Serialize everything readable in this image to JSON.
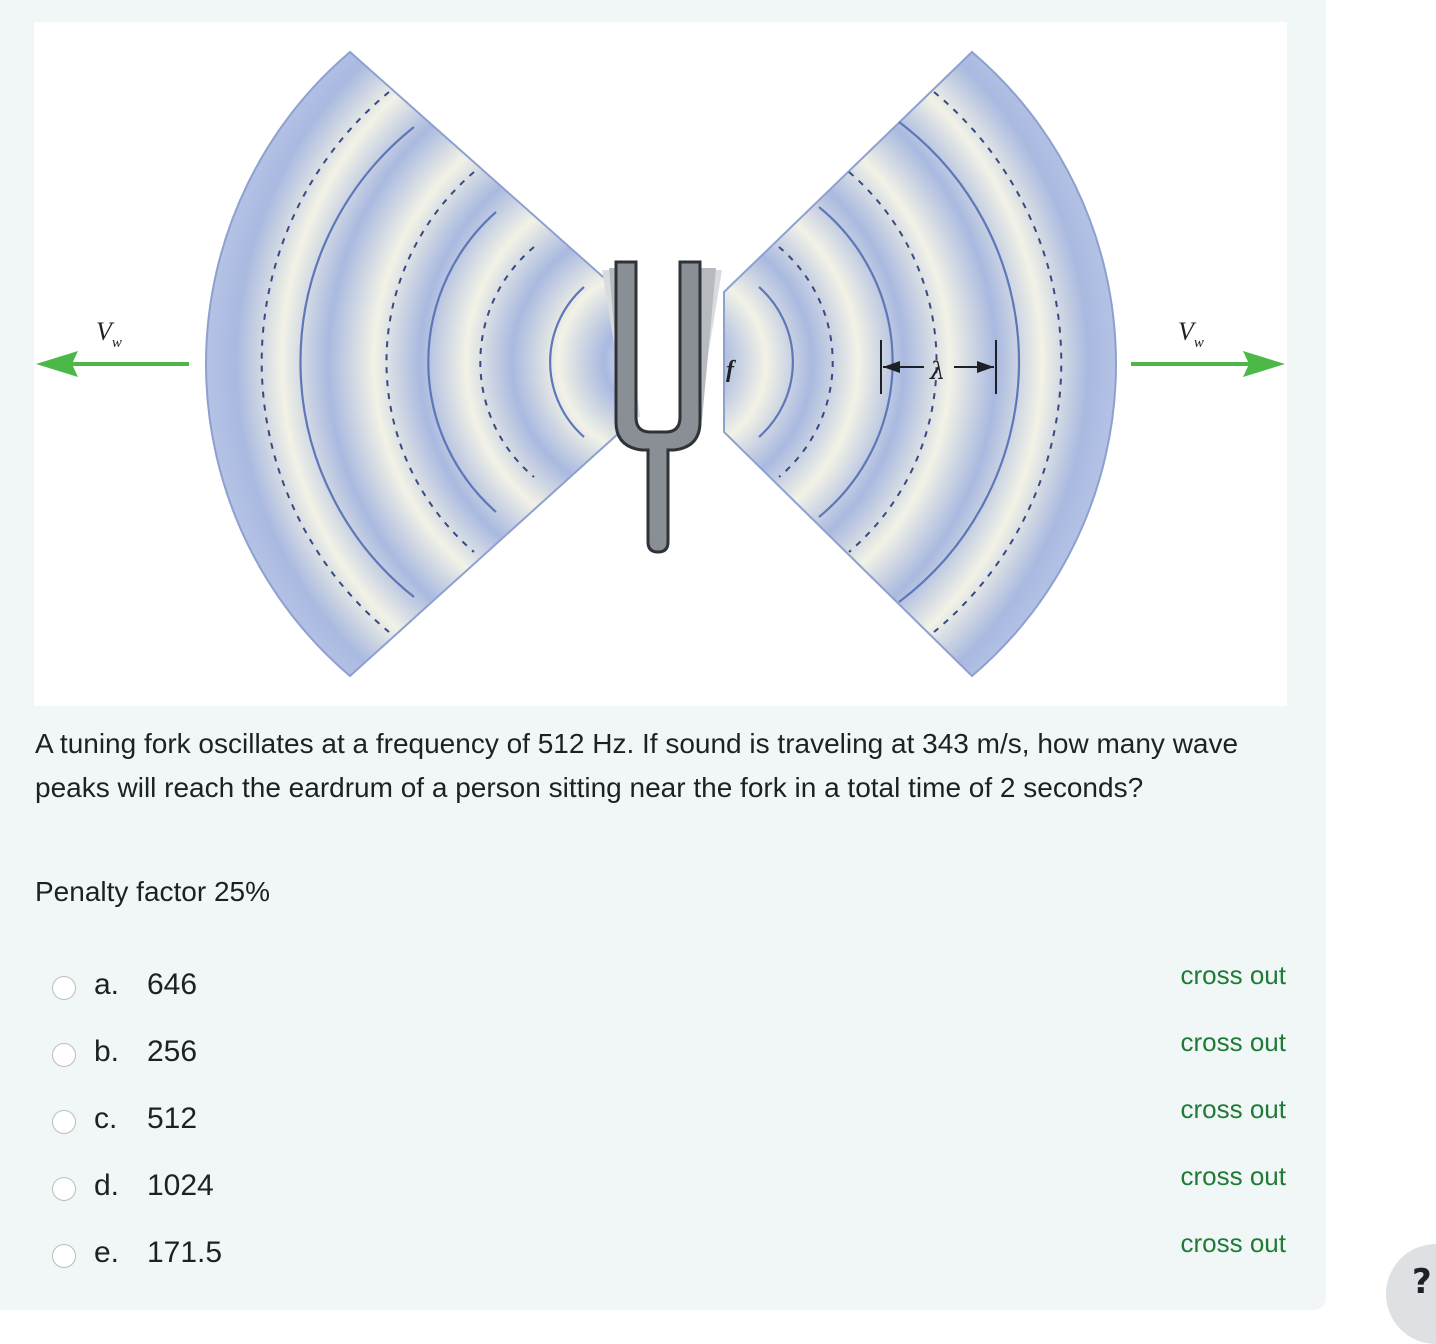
{
  "figure": {
    "labels": {
      "velocity_left": "V",
      "velocity_left_sub": "w",
      "velocity_right": "V",
      "velocity_right_sub": "w",
      "frequency": "f",
      "wavelength": "λ"
    },
    "colors": {
      "wave_band": "#a9b9e0",
      "wave_line": "#5e77b8",
      "arrow": "#4cb848",
      "fork": "#8a8f95"
    }
  },
  "question": {
    "text": "A tuning fork oscillates at a frequency of 512 Hz. If sound is traveling at 343 m/s, how many wave peaks will reach the eardrum of a person sitting near the fork in a total time of 2 seconds?",
    "penalty": "Penalty factor 25%"
  },
  "options": [
    {
      "letter": "a.",
      "value": "646",
      "crossout": "cross out"
    },
    {
      "letter": "b.",
      "value": "256",
      "crossout": "cross out"
    },
    {
      "letter": "c.",
      "value": "512",
      "crossout": "cross out"
    },
    {
      "letter": "d.",
      "value": "1024",
      "crossout": "cross out"
    },
    {
      "letter": "e.",
      "value": "171.5",
      "crossout": "cross out"
    }
  ],
  "help": {
    "label": "?"
  }
}
